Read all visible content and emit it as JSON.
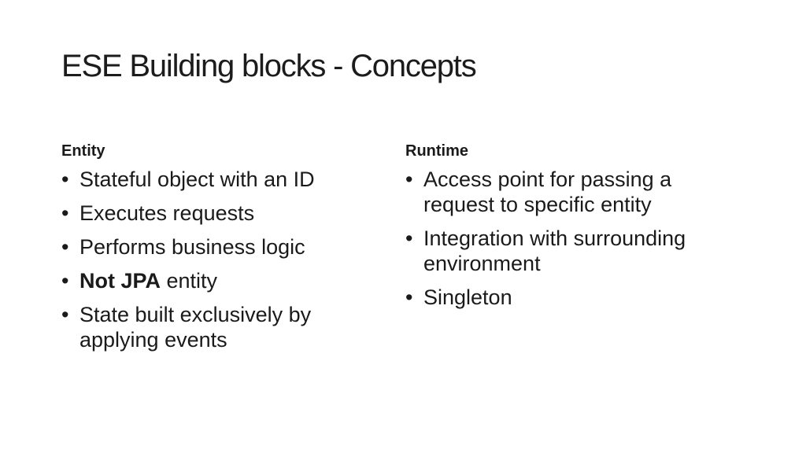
{
  "slide": {
    "title": "ESE Building blocks - Concepts",
    "bullet_glyph": "•",
    "columns": [
      {
        "heading": "Entity",
        "bullets": [
          {
            "text": "Stateful object with an ID"
          },
          {
            "text": "Executes requests"
          },
          {
            "text": "Performs business logic"
          },
          {
            "bold": "Not JPA",
            "text": " entity"
          },
          {
            "text": "State built exclusively by\napplying events"
          }
        ]
      },
      {
        "heading": "Runtime",
        "bullets": [
          {
            "text": "Access point for passing a\nrequest to specific entity"
          },
          {
            "text": "Integration with surrounding\nenvironment"
          },
          {
            "text": "Singleton"
          }
        ]
      }
    ]
  },
  "colors": {
    "background": "#ffffff",
    "text": "#1a1a1a"
  }
}
